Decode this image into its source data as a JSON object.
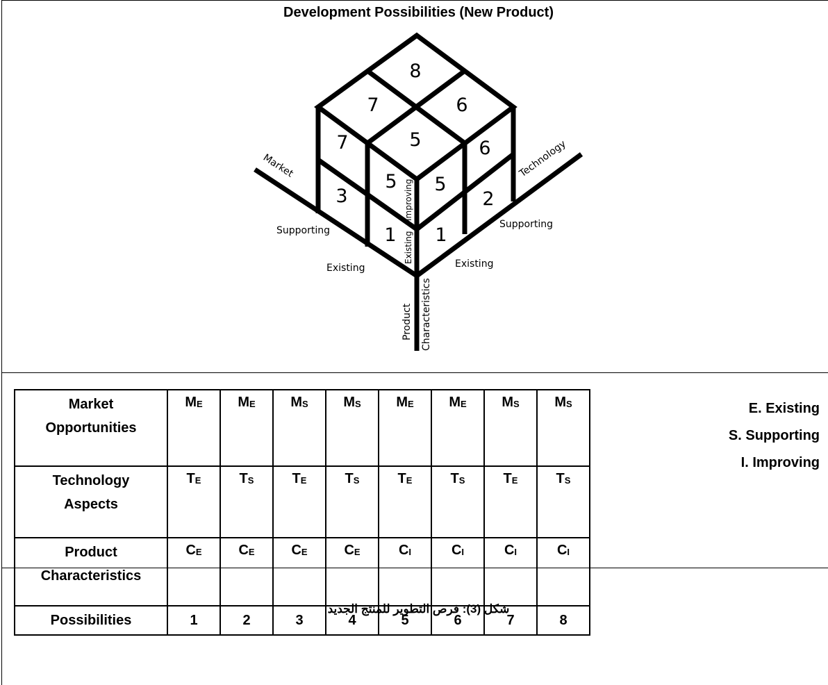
{
  "title": "Development Possibilities (New Product)",
  "diagram": {
    "cube_numbers": [
      "8",
      "7",
      "6",
      "5",
      "7",
      "6",
      "5",
      "5",
      "3",
      "2",
      "1",
      "1"
    ],
    "axis_labels": {
      "market": "Market",
      "technology": "Technology",
      "product": "Product",
      "characteristics": "Characteristics",
      "supporting_left": "Supporting",
      "supporting_right": "Supporting",
      "existing_left": "Existing",
      "existing_right": "Existing",
      "existing_vertical": "Existing",
      "improving_vertical": "Improving"
    }
  },
  "table": {
    "rows": [
      {
        "label_lines": [
          "Market",
          "Opportunities"
        ],
        "cells": [
          [
            "M",
            "E"
          ],
          [
            "M",
            "E"
          ],
          [
            "M",
            "S"
          ],
          [
            "M",
            "S"
          ],
          [
            "M",
            "E"
          ],
          [
            "M",
            "E"
          ],
          [
            "M",
            "S"
          ],
          [
            "M",
            "S"
          ]
        ]
      },
      {
        "label_lines": [
          "Technology",
          "Aspects"
        ],
        "cells": [
          [
            "T",
            "E"
          ],
          [
            "T",
            "S"
          ],
          [
            "T",
            "E"
          ],
          [
            "T",
            "S"
          ],
          [
            "T",
            "E"
          ],
          [
            "T",
            "S"
          ],
          [
            "T",
            "E"
          ],
          [
            "T",
            "S"
          ]
        ]
      },
      {
        "label_lines": [
          "Product",
          "Characteristics"
        ],
        "cells": [
          [
            "C",
            "E"
          ],
          [
            "C",
            "E"
          ],
          [
            "C",
            "E"
          ],
          [
            "C",
            "E"
          ],
          [
            "C",
            "I"
          ],
          [
            "C",
            "I"
          ],
          [
            "C",
            "I"
          ],
          [
            "C",
            "I"
          ]
        ]
      },
      {
        "label_lines": [
          "Possibilities",
          ""
        ],
        "cells": [
          [
            "1",
            ""
          ],
          [
            "2",
            ""
          ],
          [
            "3",
            ""
          ],
          [
            "4",
            ""
          ],
          [
            "5",
            ""
          ],
          [
            "6",
            ""
          ],
          [
            "7",
            ""
          ],
          [
            "8",
            ""
          ]
        ]
      }
    ]
  },
  "legend": [
    "E. Existing",
    "S. Supporting",
    "I. Improving"
  ],
  "caption": "شكل (3): فرص التطوير للمنتج الجديد"
}
